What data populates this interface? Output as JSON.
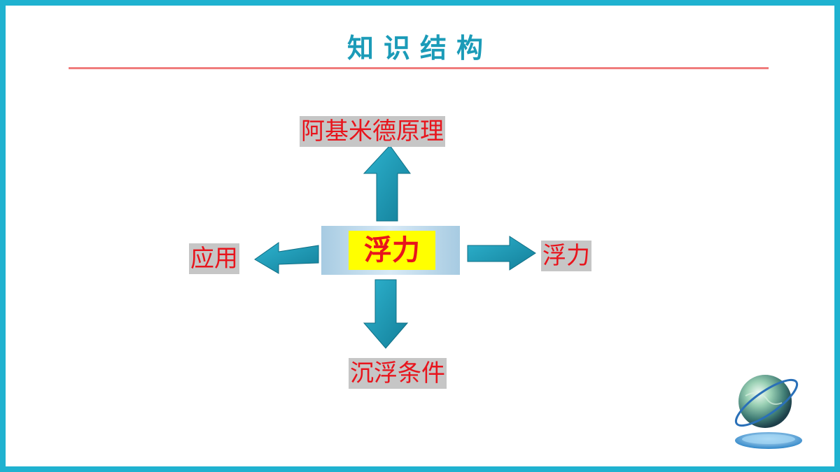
{
  "slide": {
    "title": "知识结构"
  },
  "diagram": {
    "center": "浮力",
    "top": "阿基米德原理",
    "left": "应用",
    "right": "浮力",
    "bottom": "沉浮条件"
  },
  "colors": {
    "border": "#1fb2d0",
    "title": "#1b9bb8",
    "rule": "#f07c7c",
    "arrow": "#1a98b4",
    "label_text": "#e8141c",
    "label_bg": "#c6c6c6",
    "center_highlight": "#ffff00"
  },
  "icons": {
    "decoration": "globe-icon"
  }
}
